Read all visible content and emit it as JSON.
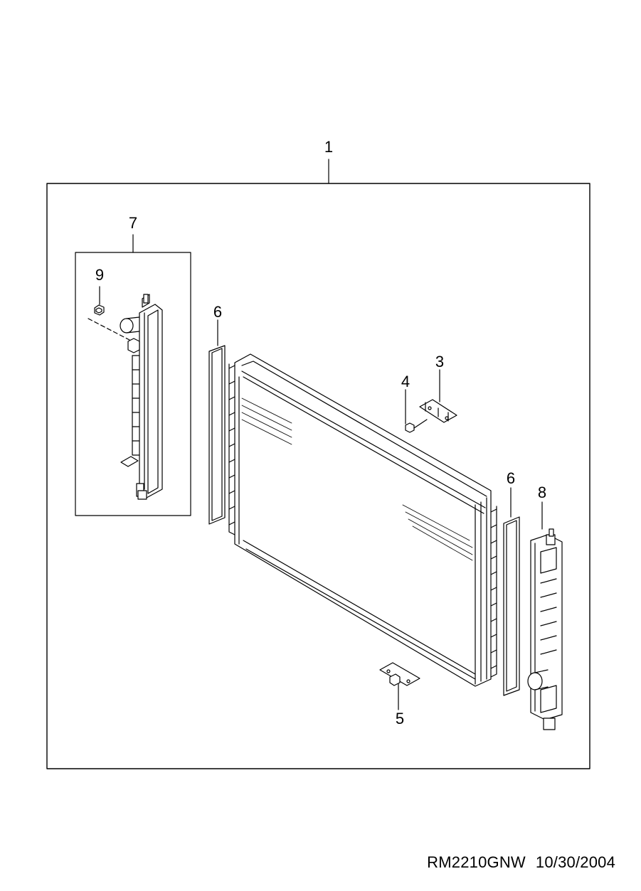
{
  "diagram": {
    "callouts": {
      "assembly": "1",
      "bracket_upper": "3",
      "clip": "4",
      "bracket_lower": "5",
      "seal_left": "6",
      "seal_right": "6",
      "tank_left": "7",
      "tank_right": "8",
      "nut": "9"
    }
  },
  "footer": {
    "part_code": "RM2210GNW",
    "date": "10/30/2004"
  }
}
